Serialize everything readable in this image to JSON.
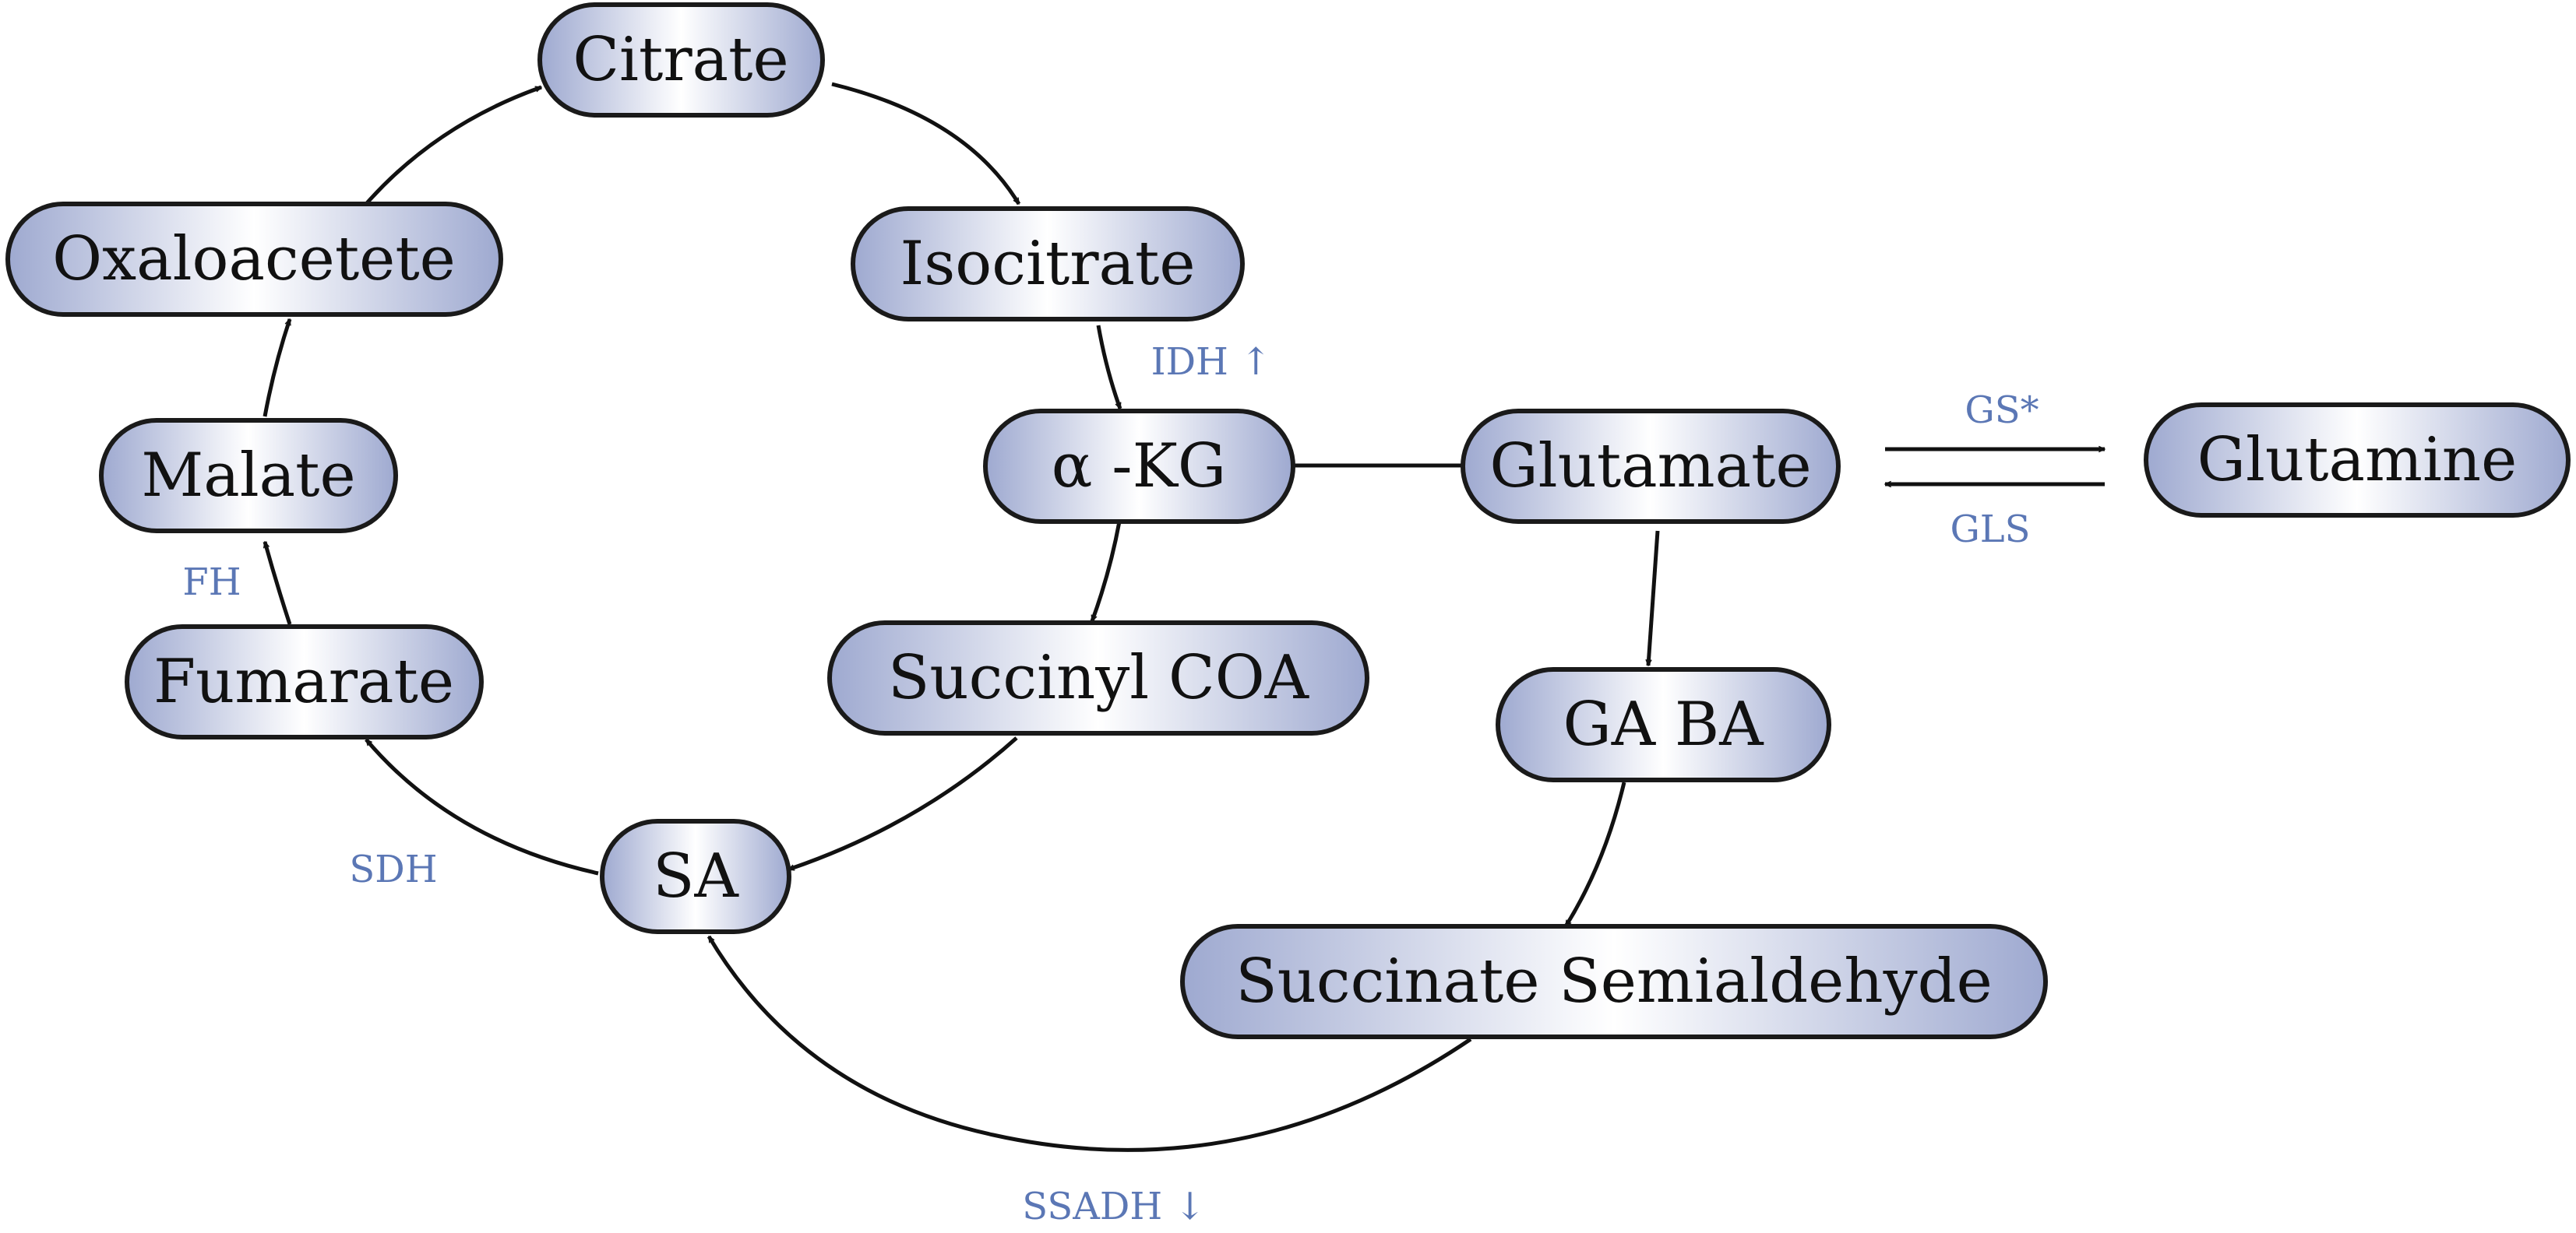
{
  "diagram": {
    "node_fill": "#9ea9d0",
    "enzyme_color": "#5b77b5",
    "nodes": {
      "citrate": "Citrate",
      "isocitrate": "Isocitrate",
      "oxaloacetete": "Oxaloacetete",
      "akg": "α -KG",
      "glutamate": "Glutamate",
      "glutamine": "Glutamine",
      "malate": "Malate",
      "fumarate": "Fumarate",
      "succinyl_coa": "Succinyl COA",
      "gaba": "GA BA",
      "sa": "SA",
      "succinate_semialdehyde": "Succinate Semialdehyde"
    },
    "enzymes": {
      "idh": "IDH ↑",
      "gs": "GS*",
      "gls": "GLS",
      "fh": "FH",
      "sdh": "SDH",
      "ssadh": "SSADH ↓"
    }
  }
}
